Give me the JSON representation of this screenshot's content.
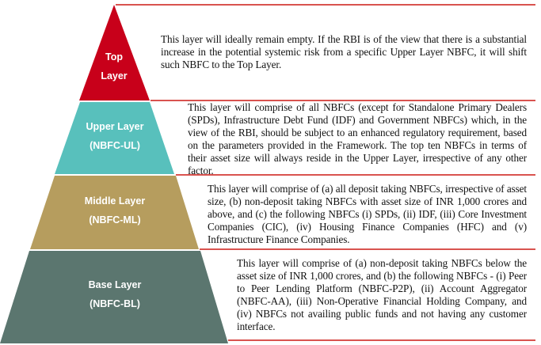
{
  "colors": {
    "top": "#c8001a",
    "upper": "#58c0bc",
    "middle": "#b69d5e",
    "base": "#5b766f",
    "rule": "#d9534f"
  },
  "layers": [
    {
      "name": "Top",
      "name2": "Layer",
      "description": "This layer will ideally remain empty. If the RBI is of the view that there is a substantial increase in the potential systemic risk from a specific Upper Layer NBFC, it will shift such NBFC to the Top Layer."
    },
    {
      "name": "Upper Layer",
      "name2": "(NBFC-UL)",
      "description": "This layer will comprise of all NBFCs (except for Standalone Primary Dealers (SPDs), Infrastructure Debt Fund (IDF) and Government NBFCs) which, in the view of the RBI, should be subject to an enhanced regulatory requirement, based on the parameters provided in the Framework. The top ten NBFCs in terms of their asset size will always reside in the Upper Layer, irrespective of any other factor."
    },
    {
      "name": "Middle Layer",
      "name2": "(NBFC-ML)",
      "description": "This layer will comprise of (a) all deposit taking NBFCs, irrespective of asset size, (b) non-deposit taking NBFCs with asset size of INR 1,000 crores and above, and (c) the following NBFCs (i) SPDs, (ii) IDF, (iii) Core Investment Companies (CIC), (iv) Housing Finance Companies (HFC) and (v) Infrastructure Finance Companies."
    },
    {
      "name": "Base Layer",
      "name2": "(NBFC-BL)",
      "description": "This layer will comprise of (a) non-deposit taking NBFCs below the asset size of INR 1,000 crores, and (b) the following NBFCs - (i) Peer to Peer Lending Platform (NBFC-P2P), (ii) Account Aggregator (NBFC-AA), (iii) Non-Operative Financial Holding Company, and (iv) NBFCs not availing public funds and not having any customer interface."
    }
  ]
}
